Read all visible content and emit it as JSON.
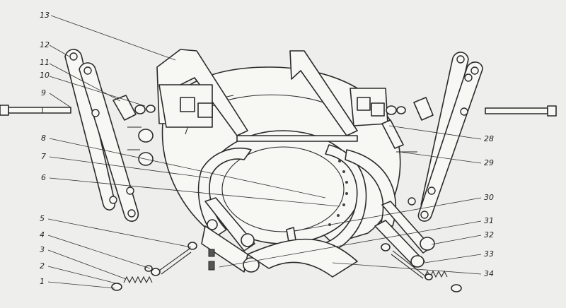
{
  "labels": {
    "l1": "1",
    "l2": "2",
    "l3": "3",
    "l4": "4",
    "l5": "5",
    "l6": "6",
    "l7": "7",
    "l8": "8",
    "l9": "9",
    "l10": "10",
    "l11": "11",
    "l12": "12",
    "l13": "13",
    "l28": "28",
    "l29": "29",
    "l30": "30",
    "l31": "31",
    "l32": "32",
    "l33": "33",
    "l34": "34"
  }
}
